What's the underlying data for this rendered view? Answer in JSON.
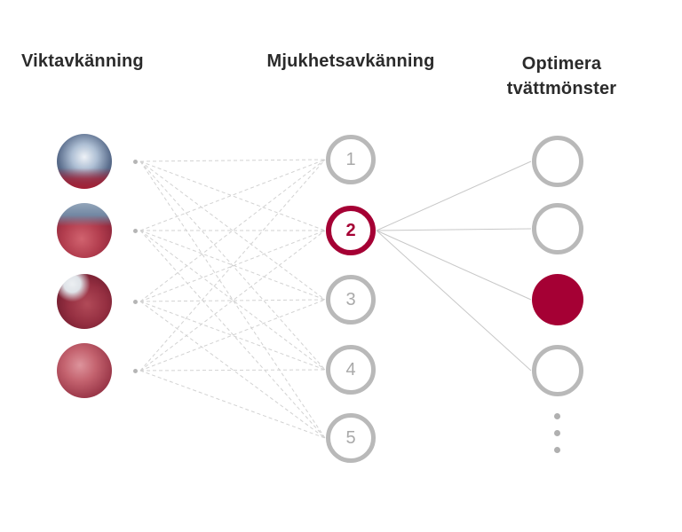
{
  "colors": {
    "accent": "#a50034",
    "node_outline_gray": "#b9b9b9",
    "number_gray": "#a9a9a9",
    "dashed_line_gray": "#d2d2d2",
    "solid_line_gray": "#c8c8c8"
  },
  "headers": {
    "left": "Viktavkänning",
    "middle": "Mjukhetsavkänning",
    "right_line1": "Optimera",
    "right_line2": "tvättmönster"
  },
  "input_nodes": [
    {
      "name": "washing-drum-photo"
    },
    {
      "name": "red-laundry-in-drum-photo"
    },
    {
      "name": "dark-red-fabric-photo"
    },
    {
      "name": "pink-fabric-photo"
    }
  ],
  "middle_nodes": [
    {
      "label": "1",
      "active": false
    },
    {
      "label": "2",
      "active": true
    },
    {
      "label": "3",
      "active": false
    },
    {
      "label": "4",
      "active": false
    },
    {
      "label": "5",
      "active": false
    }
  ],
  "output_nodes": [
    {
      "state": "outline"
    },
    {
      "state": "outline"
    },
    {
      "state": "filled"
    },
    {
      "state": "outline"
    }
  ],
  "connections": {
    "inputs_to_middle": "all-to-all dashed",
    "active_middle_to_outputs": "node 2 to all four output nodes"
  },
  "more_indicator": "vertical-ellipsis"
}
